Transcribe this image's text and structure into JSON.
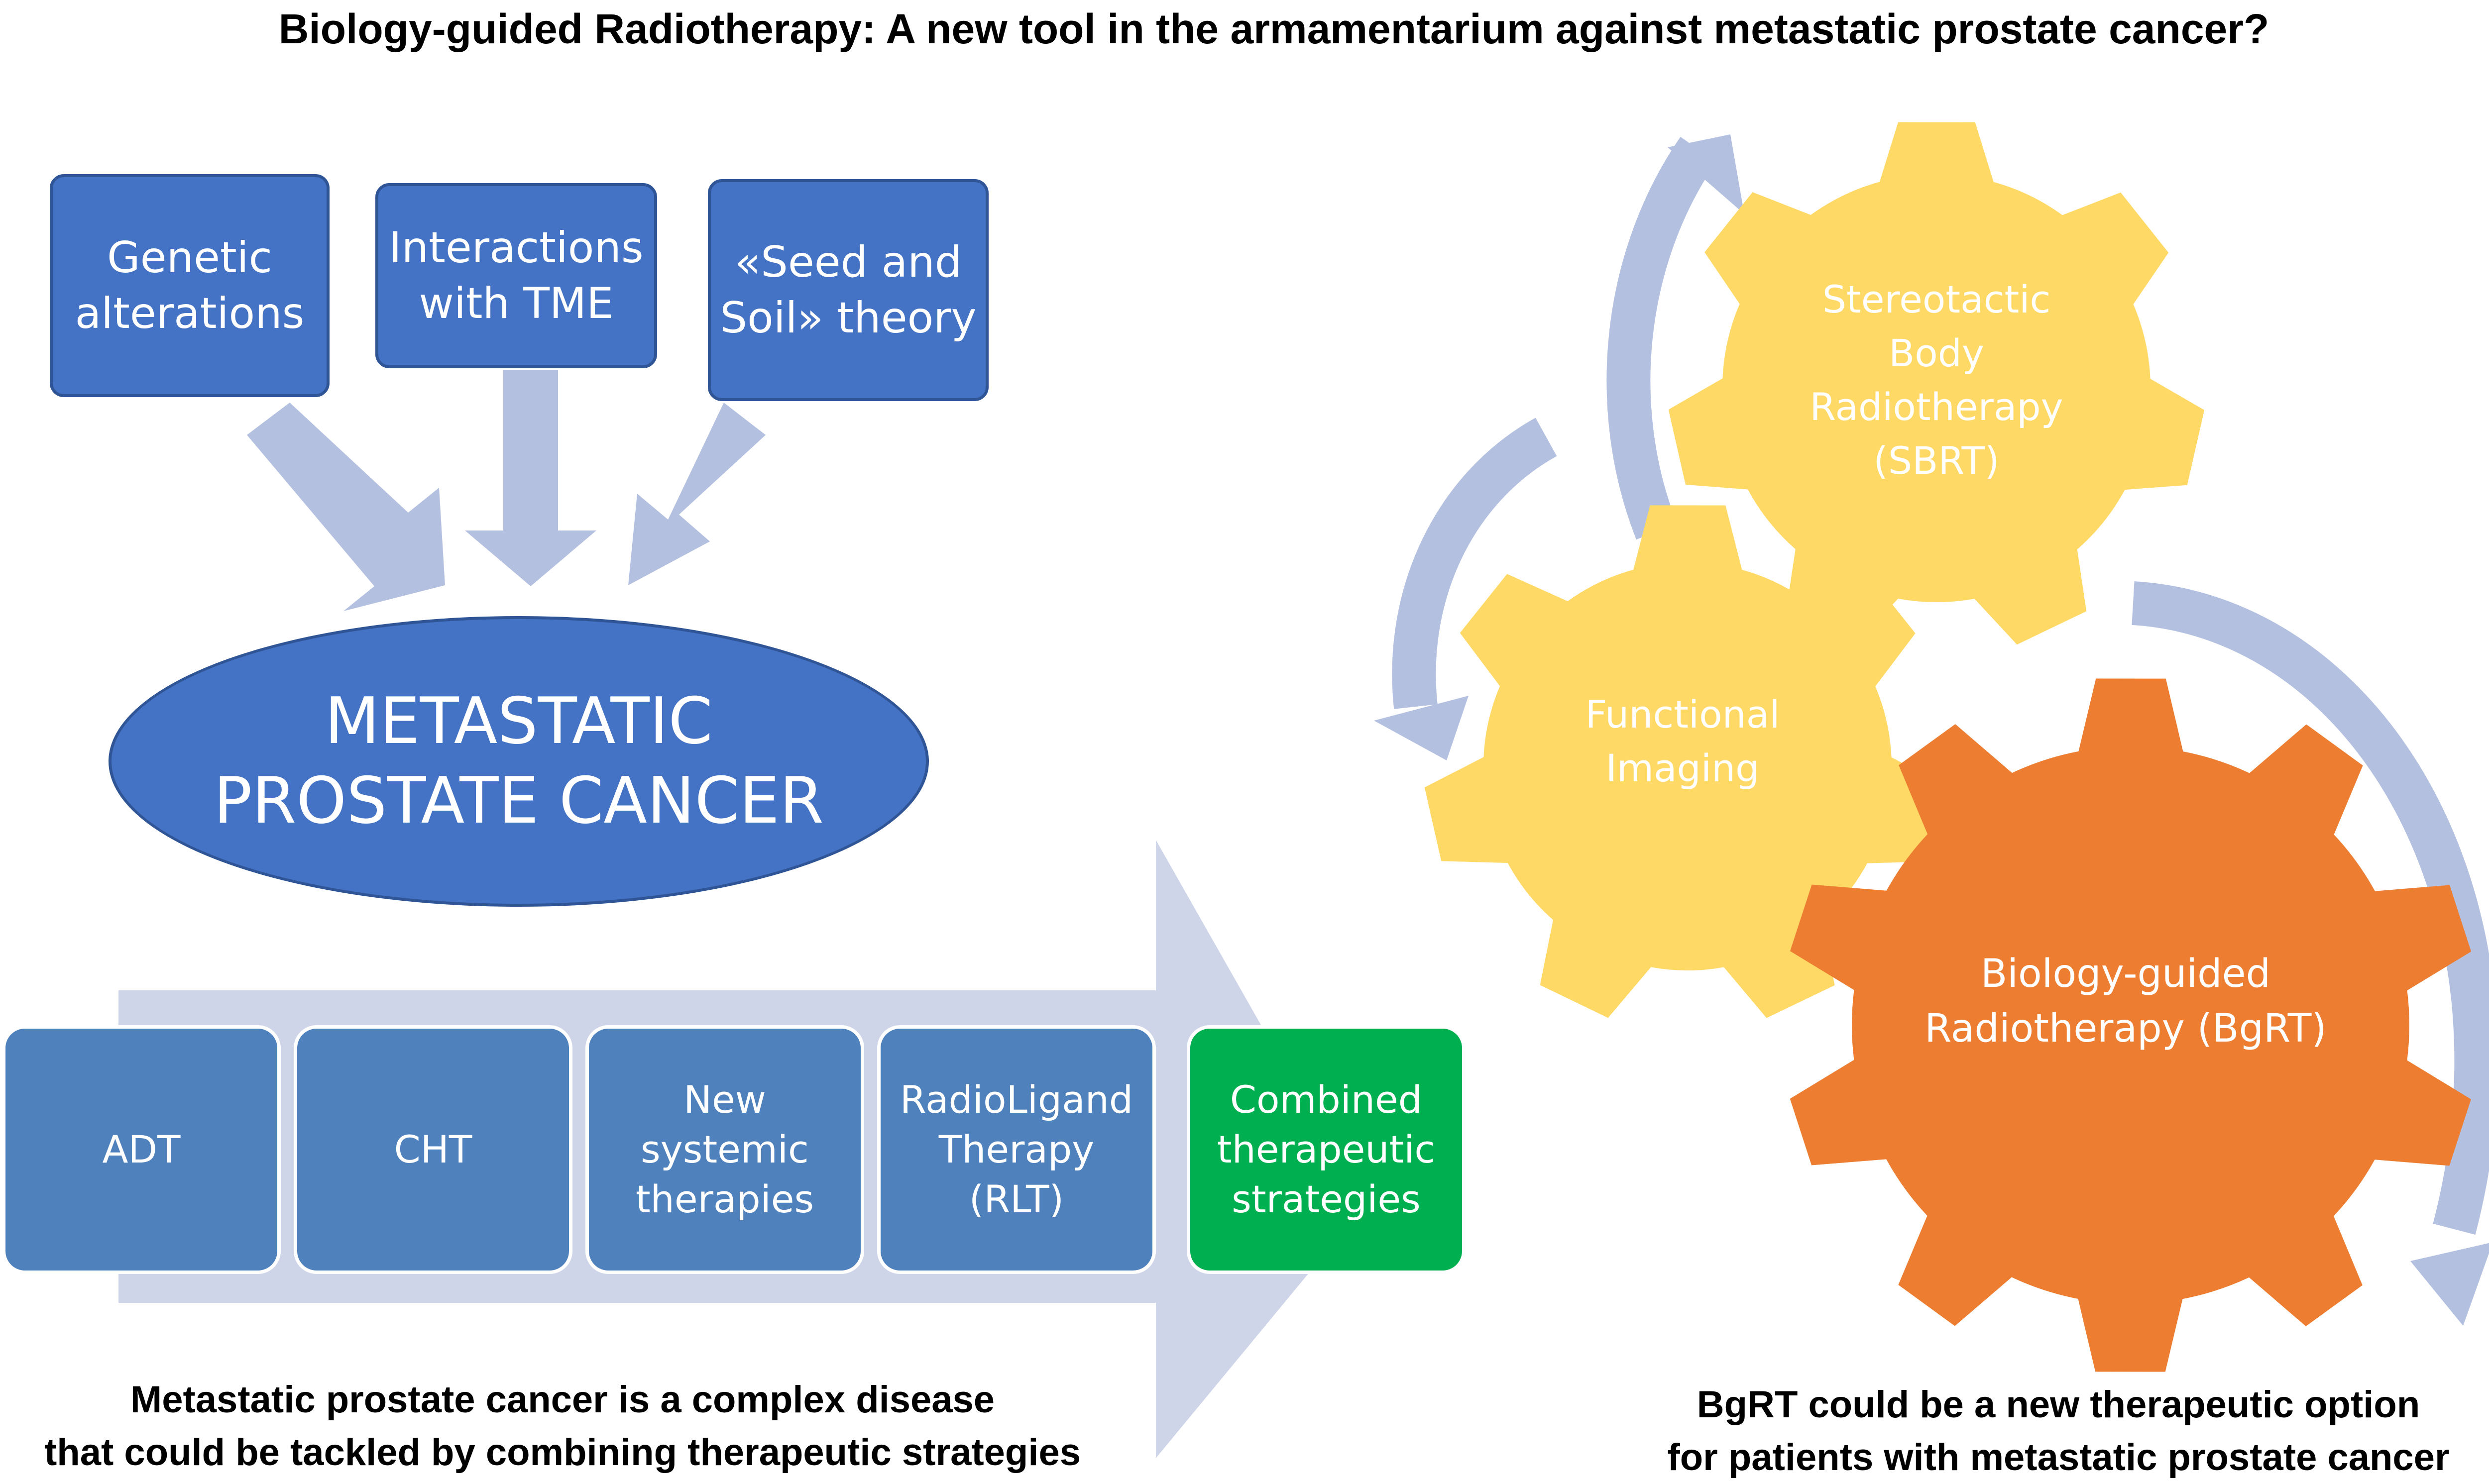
{
  "title": "Biology-guided Radiotherapy: A new tool in the armamentarium against metastatic prostate cancer?",
  "factors": [
    {
      "lines": [
        "Genetic",
        "alterations"
      ]
    },
    {
      "lines": [
        "Interactions",
        "with TME"
      ]
    },
    {
      "lines": [
        "«Seed and",
        "Soil» theory"
      ]
    }
  ],
  "disease": {
    "lines": [
      "METASTATIC",
      "PROSTATE CANCER"
    ]
  },
  "therapies": [
    {
      "lines": [
        "ADT"
      ]
    },
    {
      "lines": [
        "CHT"
      ]
    },
    {
      "lines": [
        "New",
        "systemic",
        "therapies"
      ]
    },
    {
      "lines": [
        "RadioLigand",
        "Therapy",
        "(RLT)"
      ]
    },
    {
      "lines": [
        "Combined",
        "therapeutic",
        "strategies"
      ]
    }
  ],
  "left_caption": {
    "lines": [
      "Metastatic prostate cancer is a complex disease",
      "that could be tackled by combining therapeutic strategies"
    ]
  },
  "gears": [
    {
      "id": "sbrt",
      "lines": [
        "Stereotactic",
        "Body",
        "Radiotherapy",
        "(SBRT)"
      ]
    },
    {
      "id": "imaging",
      "lines": [
        "Functional",
        "Imaging"
      ]
    },
    {
      "id": "bgrt",
      "lines": [
        "Biology-guided",
        "Radiotherapy (BgRT)"
      ]
    }
  ],
  "right_caption": {
    "lines": [
      "BgRT could be a new therapeutic option",
      "for patients with metastatic prostate cancer"
    ]
  },
  "colors": {
    "factor_box": "#4472C4",
    "therapy_box": "#4F81BD",
    "highlight_box": "#00B050",
    "arrow": "#B4C0E0",
    "big_arrow": "#CFD5E8",
    "gear_light": "#FFD966",
    "gear_main": "#ED7D31"
  }
}
